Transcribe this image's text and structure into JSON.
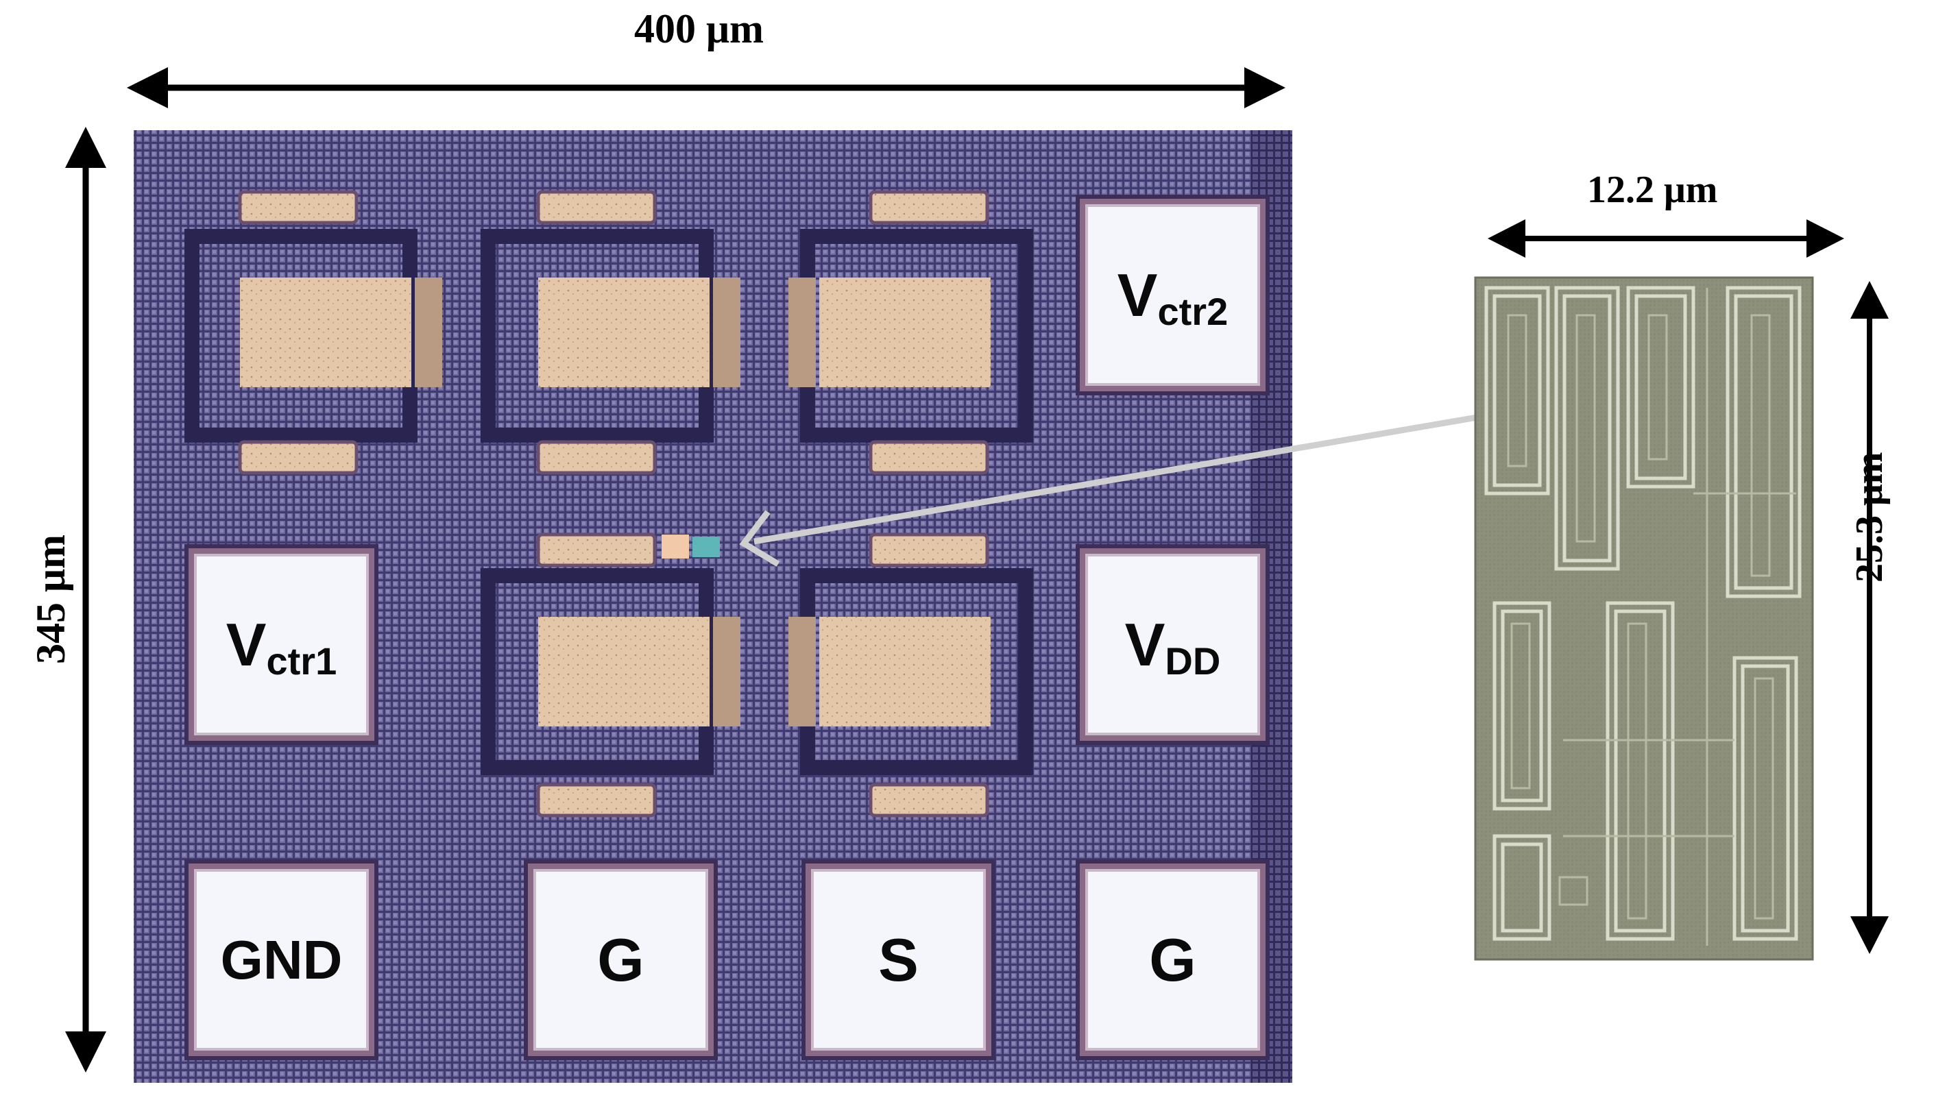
{
  "chip": {
    "width_label": "400 μm",
    "height_label": "345 μm",
    "pads": {
      "vctr2_main": "V",
      "vctr2_sub": "ctr2",
      "vctr1_main": "V",
      "vctr1_sub": "ctr1",
      "vdd_main": "V",
      "vdd_sub": "DD",
      "gnd": "GND",
      "g1": "G",
      "s": "S",
      "g2": "G"
    }
  },
  "zoom": {
    "width_label": "12.2 μm",
    "height_label": "25.3 μm"
  },
  "colors": {
    "chip_bg": "#3e3a6e",
    "metal": "#e2c3a6",
    "zoom_bg": "#8c8f7a",
    "arrow": "#c9c9c9"
  }
}
